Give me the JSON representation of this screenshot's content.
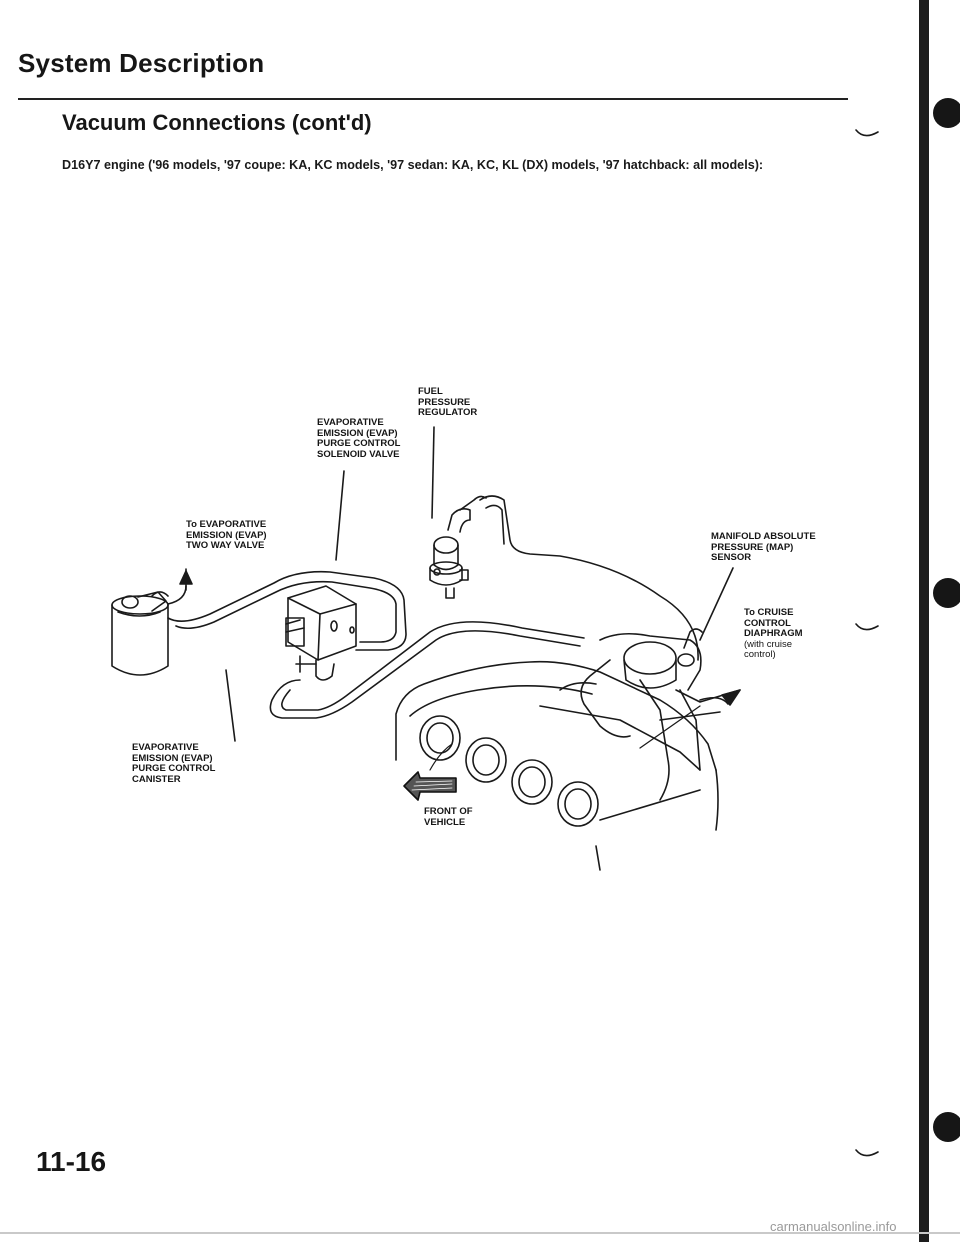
{
  "header": {
    "title": "System Description",
    "section": "Vacuum Connections (cont'd)",
    "subtitle": "D16Y7 engine ('96 models, '97 coupe: KA, KC models, '97 sedan: KA, KC, KL (DX) models, '97 hatchback: all models):"
  },
  "diagram": {
    "labels": {
      "purge_solenoid": [
        "EVAPORATIVE",
        "EMISSION (EVAP)",
        "PURGE CONTROL",
        "SOLENOID VALVE"
      ],
      "fuel_regulator": [
        "FUEL",
        "PRESSURE",
        "REGULATOR"
      ],
      "two_way_valve": [
        "To EVAPORATIVE",
        "EMISSION (EVAP)",
        "TWO WAY VALVE"
      ],
      "map_sensor": [
        "MANIFOLD ABSOLUTE",
        "PRESSURE (MAP)",
        "SENSOR"
      ],
      "cruise_diaphragm": [
        "To CRUISE",
        "CONTROL",
        "DIAPHRAGM"
      ],
      "cruise_note": [
        "(with cruise",
        "control)"
      ],
      "canister": [
        "EVAPORATIVE",
        "EMISSION (EVAP)",
        "PURGE CONTROL",
        "CANISTER"
      ],
      "front_of_vehicle": [
        "FRONT OF",
        "VEHICLE"
      ]
    }
  },
  "footer": {
    "page_number": "11-16",
    "watermark": "carmanualsonline.info"
  }
}
